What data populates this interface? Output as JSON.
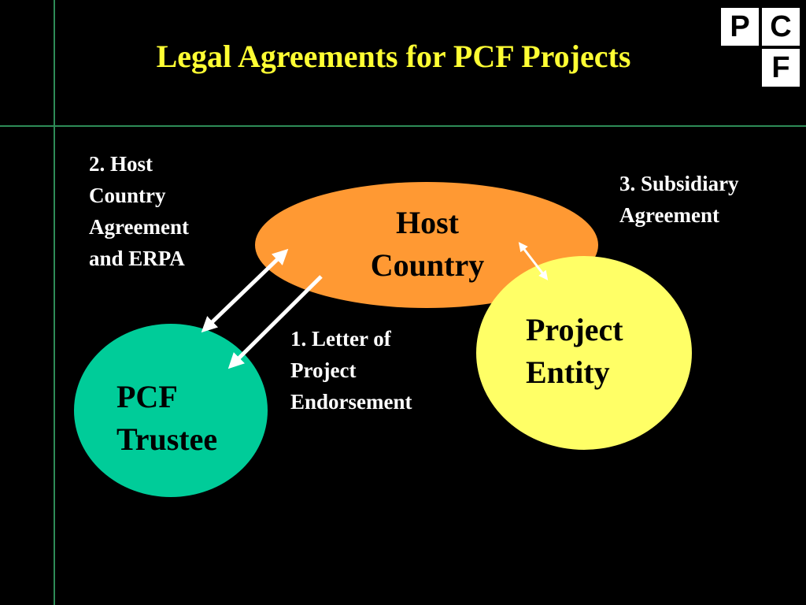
{
  "colors": {
    "background": "#000000",
    "title": "#FFFF33",
    "rule_lines": "#2E8B57",
    "host_country_fill": "#FF9933",
    "pcf_trustee_fill": "#00CC99",
    "project_entity_fill": "#FFFF66",
    "arrows": "#FFFFFF",
    "label_text": "#FFFFFF",
    "node_text": "#000000"
  },
  "slide": {
    "title": "Legal Agreements for PCF Projects"
  },
  "logo": {
    "letters": [
      "P",
      "C",
      "F"
    ]
  },
  "diagram": {
    "nodes": {
      "host_country": "Host\nCountry",
      "pcf_trustee": "PCF\nTrustee",
      "project_entity": "Project\nEntity"
    },
    "labels": {
      "host_country_agreement": "2. Host\nCountry\nAgreement\nand ERPA",
      "subsidiary_agreement": "3. Subsidiary\nAgreement",
      "letter_of_endorsement": "1. Letter of\nProject\nEndorsement"
    },
    "relationships": [
      {
        "from": "host_country",
        "to": "pcf_trustee",
        "direction": "both",
        "label": "2. Host Country Agreement and ERPA"
      },
      {
        "from": "host_country",
        "to": "pcf_trustee",
        "direction": "one-way",
        "label": "1. Letter of Project Endorsement"
      },
      {
        "from": "host_country",
        "to": "project_entity",
        "direction": "both",
        "label": "3. Subsidiary Agreement"
      }
    ]
  }
}
